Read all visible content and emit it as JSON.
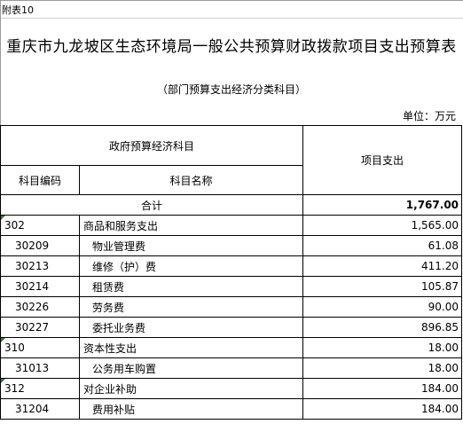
{
  "attachment_label": "附表10",
  "title": "重庆市九龙坡区生态环境局一般公共预算财政拨款项目支出预算表",
  "subtitle": "（部门预算支出经济分类科目）",
  "unit_label": "单位：万元",
  "header": {
    "group": "政府预算经济科目",
    "code": "科目编码",
    "name": "科目名称",
    "amount": "项目支出"
  },
  "total": {
    "label": "合计",
    "amount": "1,767.00"
  },
  "rows": [
    {
      "code": "302",
      "name": "商品和服务支出",
      "amount": "1,565.00",
      "level": 1
    },
    {
      "code": "30209",
      "name": "物业管理费",
      "amount": "61.08",
      "level": 2
    },
    {
      "code": "30213",
      "name": "维修（护）费",
      "amount": "411.20",
      "level": 2
    },
    {
      "code": "30214",
      "name": "租赁费",
      "amount": "105.87",
      "level": 2
    },
    {
      "code": "30226",
      "name": "劳务费",
      "amount": "90.00",
      "level": 2
    },
    {
      "code": "30227",
      "name": "委托业务费",
      "amount": "896.85",
      "level": 2
    },
    {
      "code": "310",
      "name": "资本性支出",
      "amount": "18.00",
      "level": 1
    },
    {
      "code": "31013",
      "name": "公务用车购置",
      "amount": "18.00",
      "level": 2
    },
    {
      "code": "312",
      "name": "对企业补助",
      "amount": "184.00",
      "level": 1
    },
    {
      "code": "31204",
      "name": "费用补贴",
      "amount": "184.00",
      "level": 2
    }
  ]
}
